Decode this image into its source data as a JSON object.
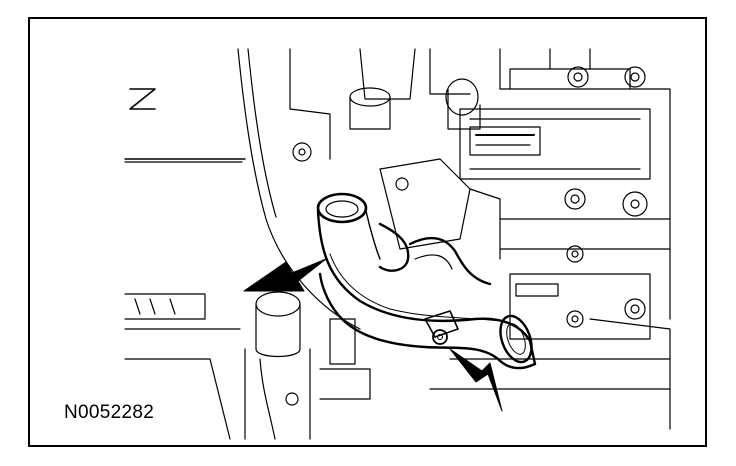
{
  "figure": {
    "reference_id": "N0052282",
    "label_tag_text": "",
    "colors": {
      "line": "#000000",
      "background": "#ffffff"
    },
    "callouts": [
      {
        "name": "left-arrow",
        "points_to": "hose-upper-connection"
      },
      {
        "name": "right-arrow",
        "points_to": "hose-mounting-bolt"
      }
    ]
  }
}
